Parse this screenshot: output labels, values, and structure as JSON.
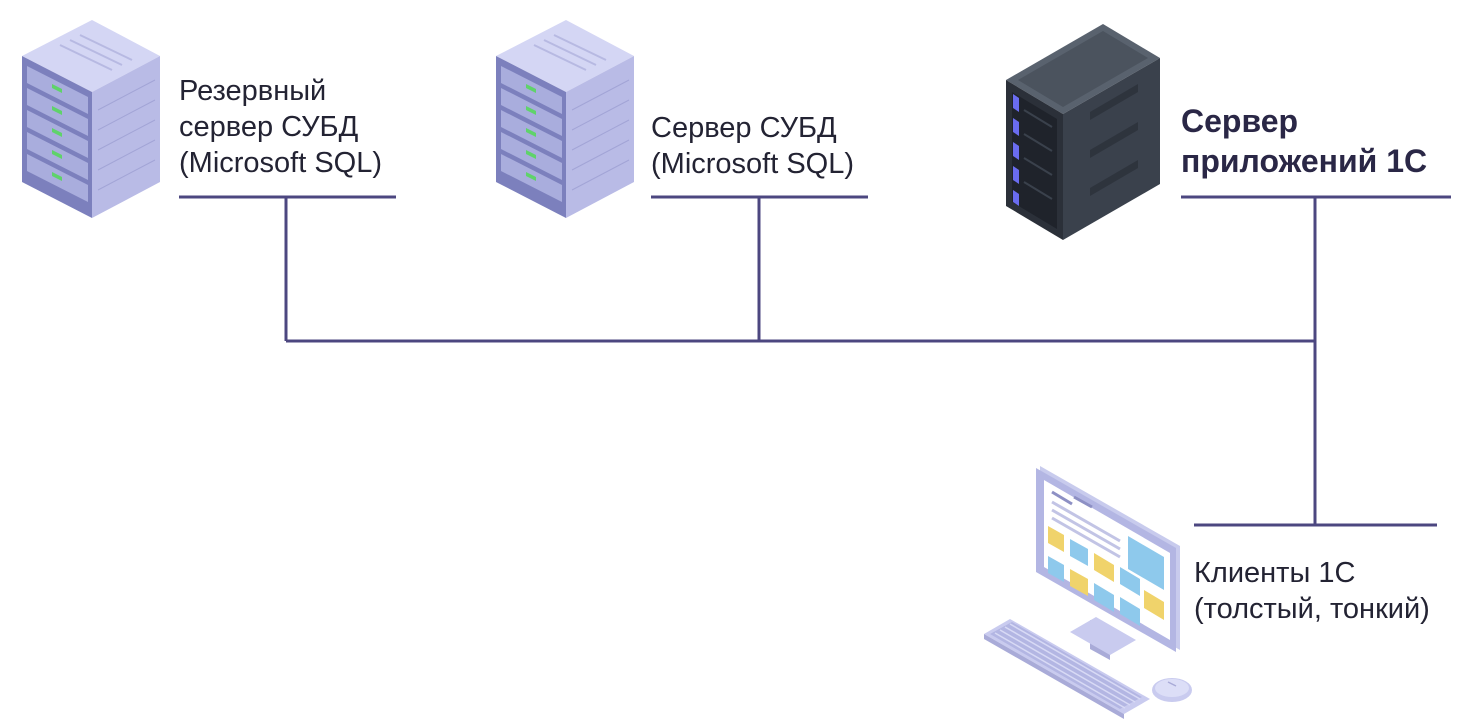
{
  "nodes": {
    "backup_db": {
      "lines": [
        "Резервный",
        "сервер СУБД",
        "(Microsoft SQL)"
      ],
      "icon": "rack-server-icon"
    },
    "db": {
      "lines": [
        "Сервер СУБД",
        "(Microsoft SQL)"
      ],
      "icon": "rack-server-icon"
    },
    "app_server": {
      "lines": [
        "Сервер",
        "приложений 1С"
      ],
      "icon": "tower-server-icon"
    },
    "clients": {
      "lines": [
        "Клиенты 1С",
        "(толстый, тонкий)"
      ],
      "icon": "desktop-computer-icon"
    }
  },
  "colors": {
    "line": "#4c4780",
    "text": "#232333",
    "text_bold": "#2a2746",
    "rack_body": "#c9cbef",
    "rack_side": "#a9abd8",
    "rack_front": "#8f93c9",
    "rack_led": "#5fd36a",
    "tower_body": "#3f4652",
    "tower_top": "#59626e",
    "tower_led": "#6a6cf0"
  }
}
